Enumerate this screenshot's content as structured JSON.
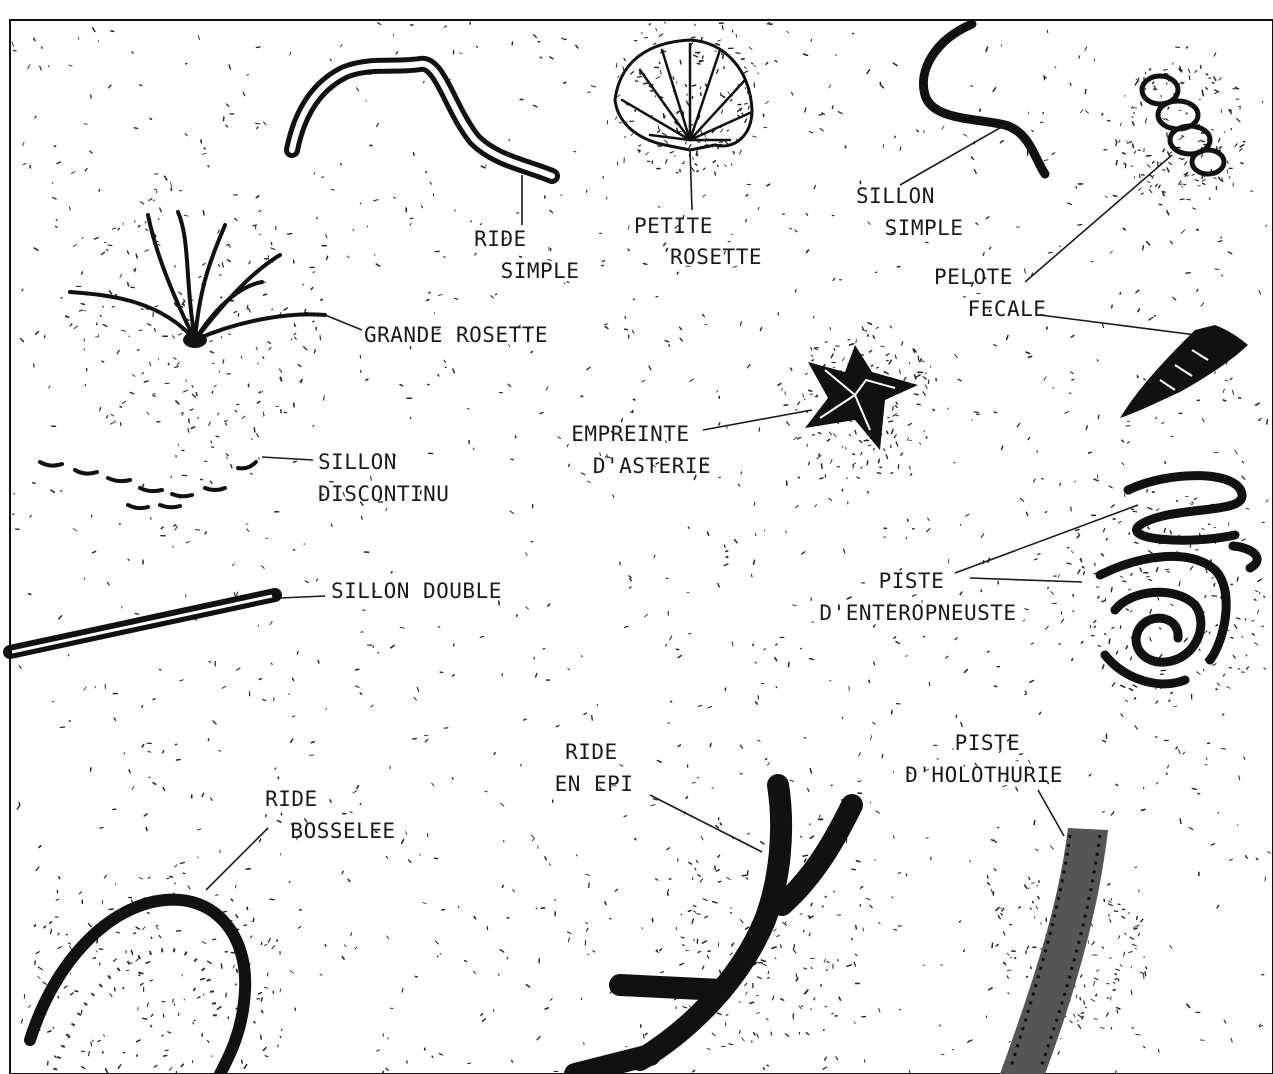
{
  "labels": {
    "ride_simple": [
      "RIDE",
      "SIMPLE"
    ],
    "petite_rosette": [
      "PETITE",
      "ROSETTE"
    ],
    "sillon_simple": [
      "SILLON",
      "SIMPLE"
    ],
    "pelote_fecale": [
      "PELOTE",
      "FECALE"
    ],
    "grande_rosette": [
      "GRANDE ROSETTE"
    ],
    "empreinte_asterie": [
      "EMPREINTE",
      "D'ASTERIE"
    ],
    "sillon_discontinu": [
      "SILLON",
      "DISCONTINU"
    ],
    "sillon_double": [
      "SILLON DOUBLE"
    ],
    "piste_enteropneuste": [
      "PISTE",
      "D'ENTEROPNEUSTE"
    ],
    "ride_en_epi": [
      "RIDE",
      "EN EPI"
    ],
    "piste_holothurie": [
      "PISTE",
      "D'HOLOTHURIE"
    ],
    "ride_bosselee": [
      "RIDE",
      "BOSSELEE"
    ]
  },
  "colors": {
    "ink": "#111111",
    "paper": "#ffffff"
  }
}
